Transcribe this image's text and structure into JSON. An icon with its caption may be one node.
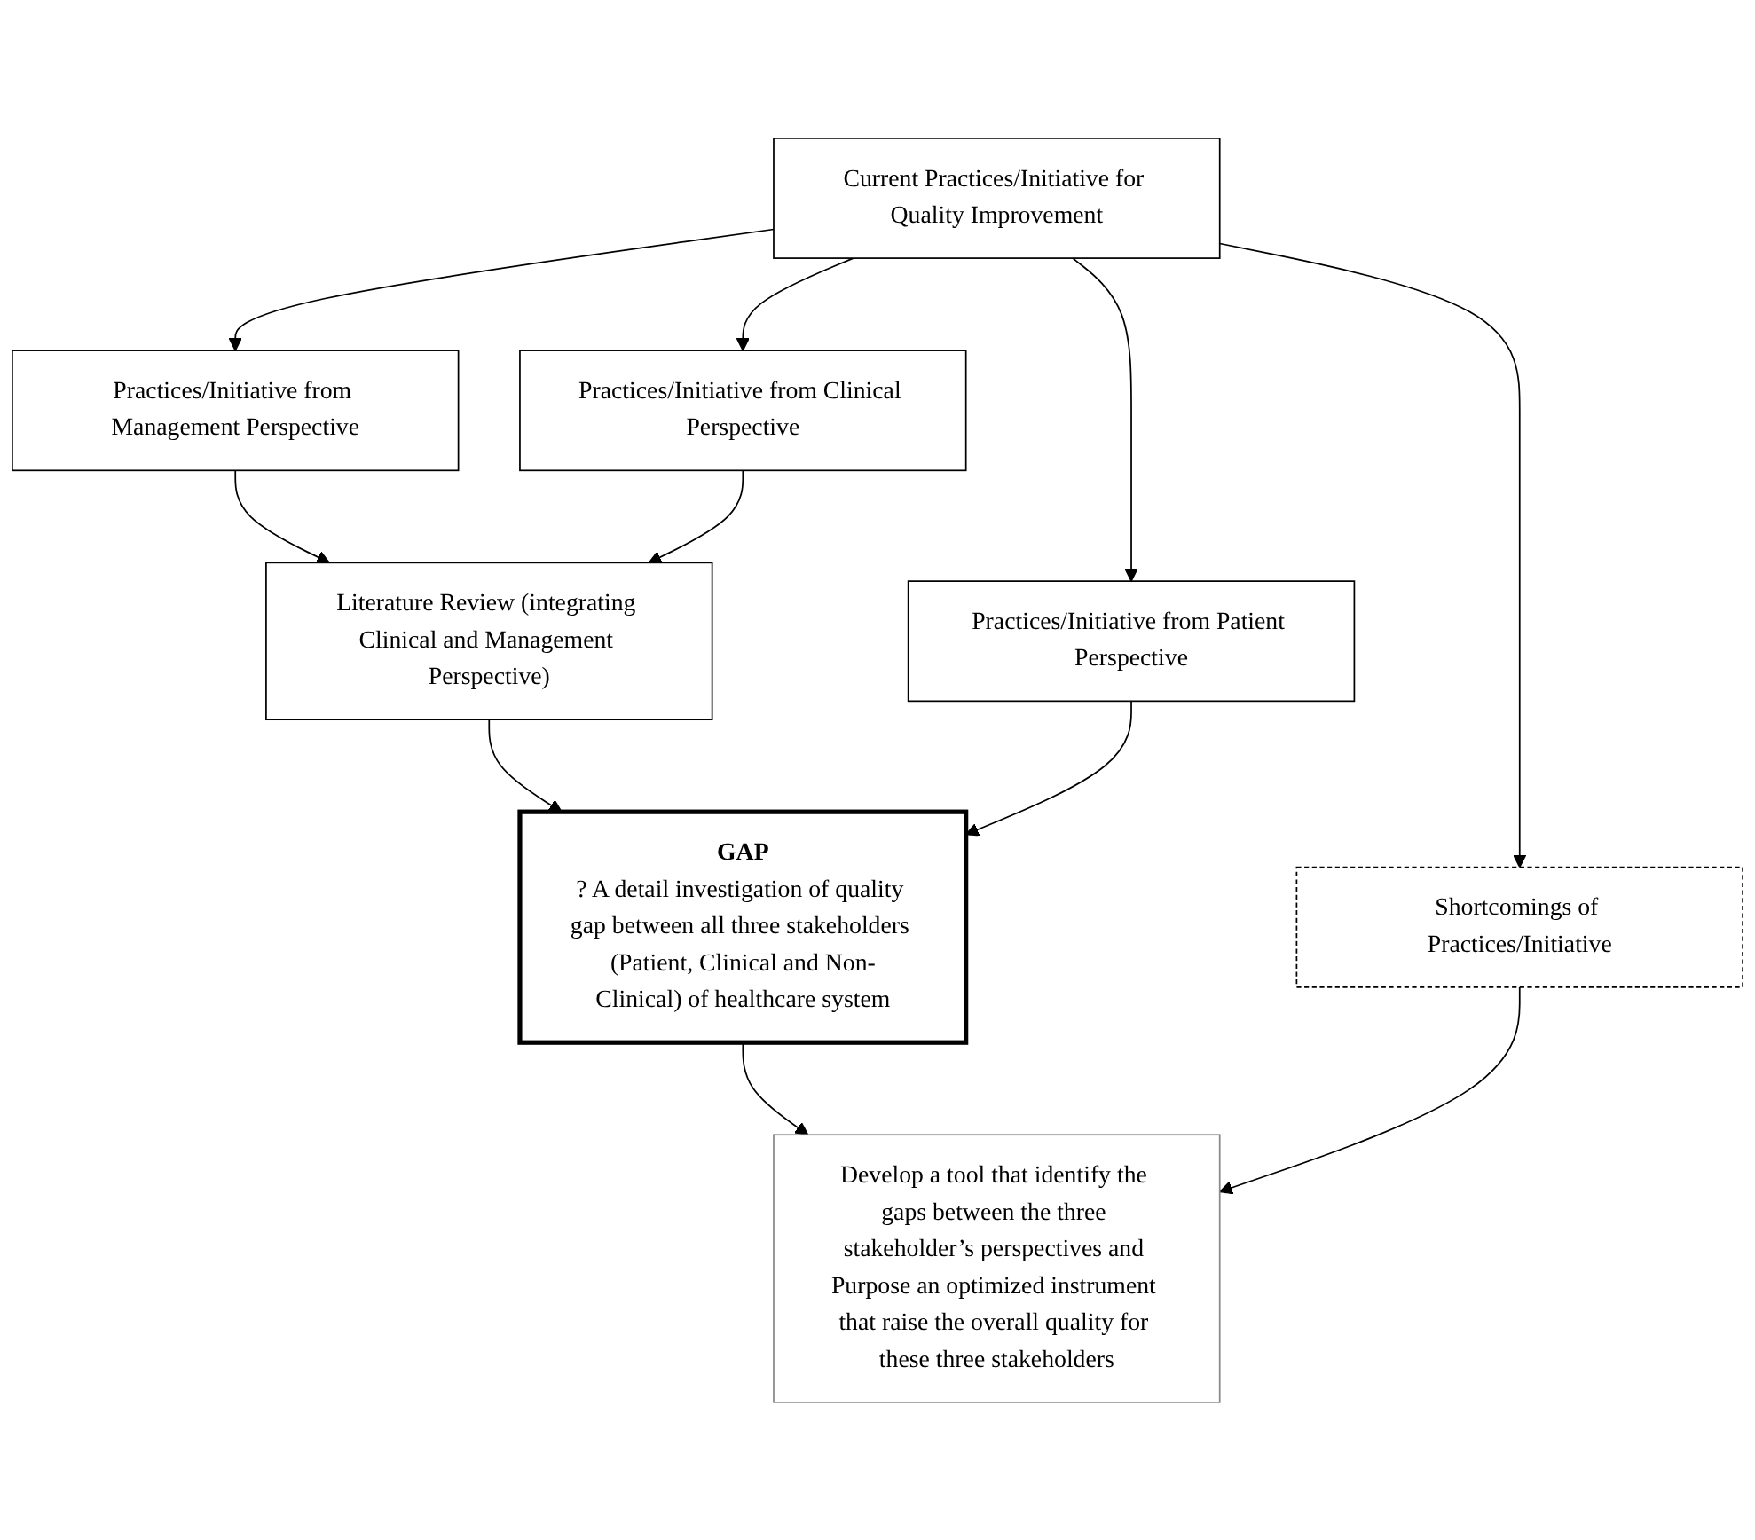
{
  "diagram": {
    "nodes": [
      {
        "text": [
          "Current Practices/Initiative for Quality Improvement"
        ]
      },
      {
        "text": [
          "Shortcomings of Practices/Initiative"
        ]
      },
      {
        "text": [
          "Practices/Initiative from Management Perspective"
        ]
      },
      {
        "text": [
          "Practices/Initiative from Clinical Perspective"
        ]
      },
      {
        "text": [
          "Practices/Initiative from Patient Perspective"
        ]
      },
      {
        "text": [
          "Literature Review (integrating Clinical and Management Perspective)"
        ]
      },
      {
        "text": [
          "GAP",
          "? A detail investigation of quality gap between all three stakeholders (Patient, Clinical and Non-Clinical) of healthcare system"
        ]
      },
      {
        "text": [
          "Develop a tool that identify the gaps between the three stakeholder’s perspectives and Purpose an optimized instrument that raise the overall quality for these three stakeholders"
        ]
      }
    ],
    "edges": [
      {
        "from": 0,
        "to": 1,
        "arrow": "to"
      },
      {
        "from": 0,
        "to": 2,
        "arrow": "to"
      },
      {
        "from": 0,
        "to": 3,
        "arrow": "to"
      },
      {
        "from": 0,
        "to": 4,
        "arrow": "to"
      },
      {
        "from": 2,
        "to": 5,
        "arrow": "to"
      },
      {
        "from": 3,
        "to": 5,
        "arrow": "to"
      },
      {
        "from": 5,
        "to": 6,
        "arrow": "to"
      },
      {
        "from": 4,
        "to": 6,
        "arrow": "to"
      },
      {
        "from": 6,
        "to": 7,
        "arrow": "to"
      },
      {
        "from": 1,
        "to": 7,
        "arrow": "to"
      }
    ]
  }
}
